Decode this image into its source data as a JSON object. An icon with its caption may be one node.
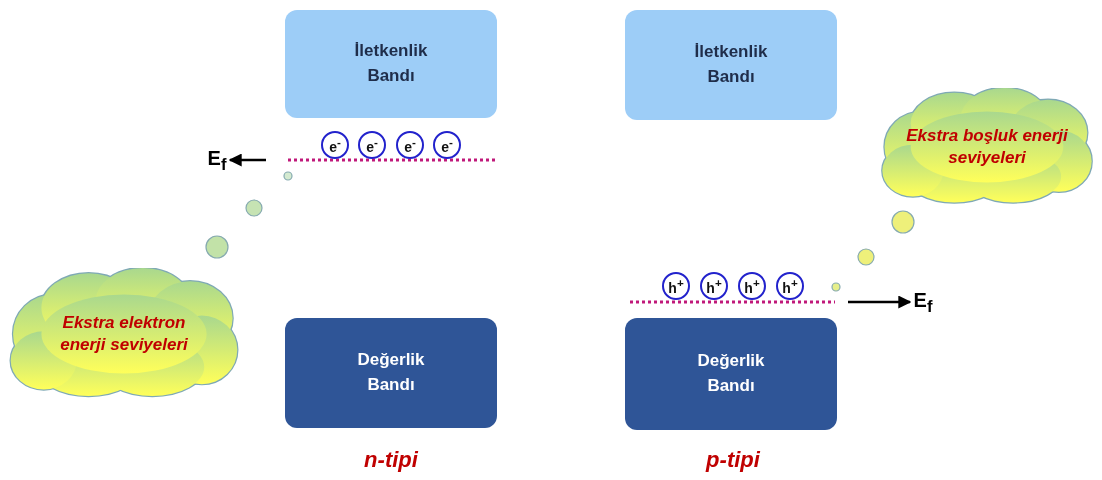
{
  "diagram": {
    "nodes": [
      {
        "text": [
          "İletkenlik Bandı"
        ]
      },
      {
        "text": [
          "İletkenlik Bandı"
        ]
      },
      {
        "text": [
          "Ekstra boşluk enerji seviyeleri"
        ]
      },
      {
        "text": [
          "e$^{-}$"
        ]
      },
      {
        "text": [
          "e$^{-}$"
        ]
      },
      {
        "text": [
          "e$^{-}$"
        ]
      },
      {
        "text": [
          "e$^{-}$"
        ]
      },
      {
        "text": [
          "E$_{f}$"
        ]
      },
      {
        "text": [
          "Ekstra elektron enerji seviyeleri"
        ]
      },
      {
        "text": [
          "h$^{+}$"
        ]
      },
      {
        "text": [
          "h$^{+}$"
        ]
      },
      {
        "text": [
          "h$^{+}$"
        ]
      },
      {
        "text": [
          "h$^{+}$"
        ]
      },
      {
        "text": [
          "E$_{f}$"
        ]
      },
      {
        "text": [
          "Değerlik Bandı"
        ]
      },
      {
        "text": [
          "Değerlik Bandı"
        ]
      }
    ],
    "edges": [
      {
        "from": null,
        "to": 7,
        "arrow": "to"
      },
      {
        "from": null,
        "to": 13,
        "arrow": "to"
      }
    ],
    "labels": [
      "n-tipi",
      "p-tipi"
    ]
  }
}
